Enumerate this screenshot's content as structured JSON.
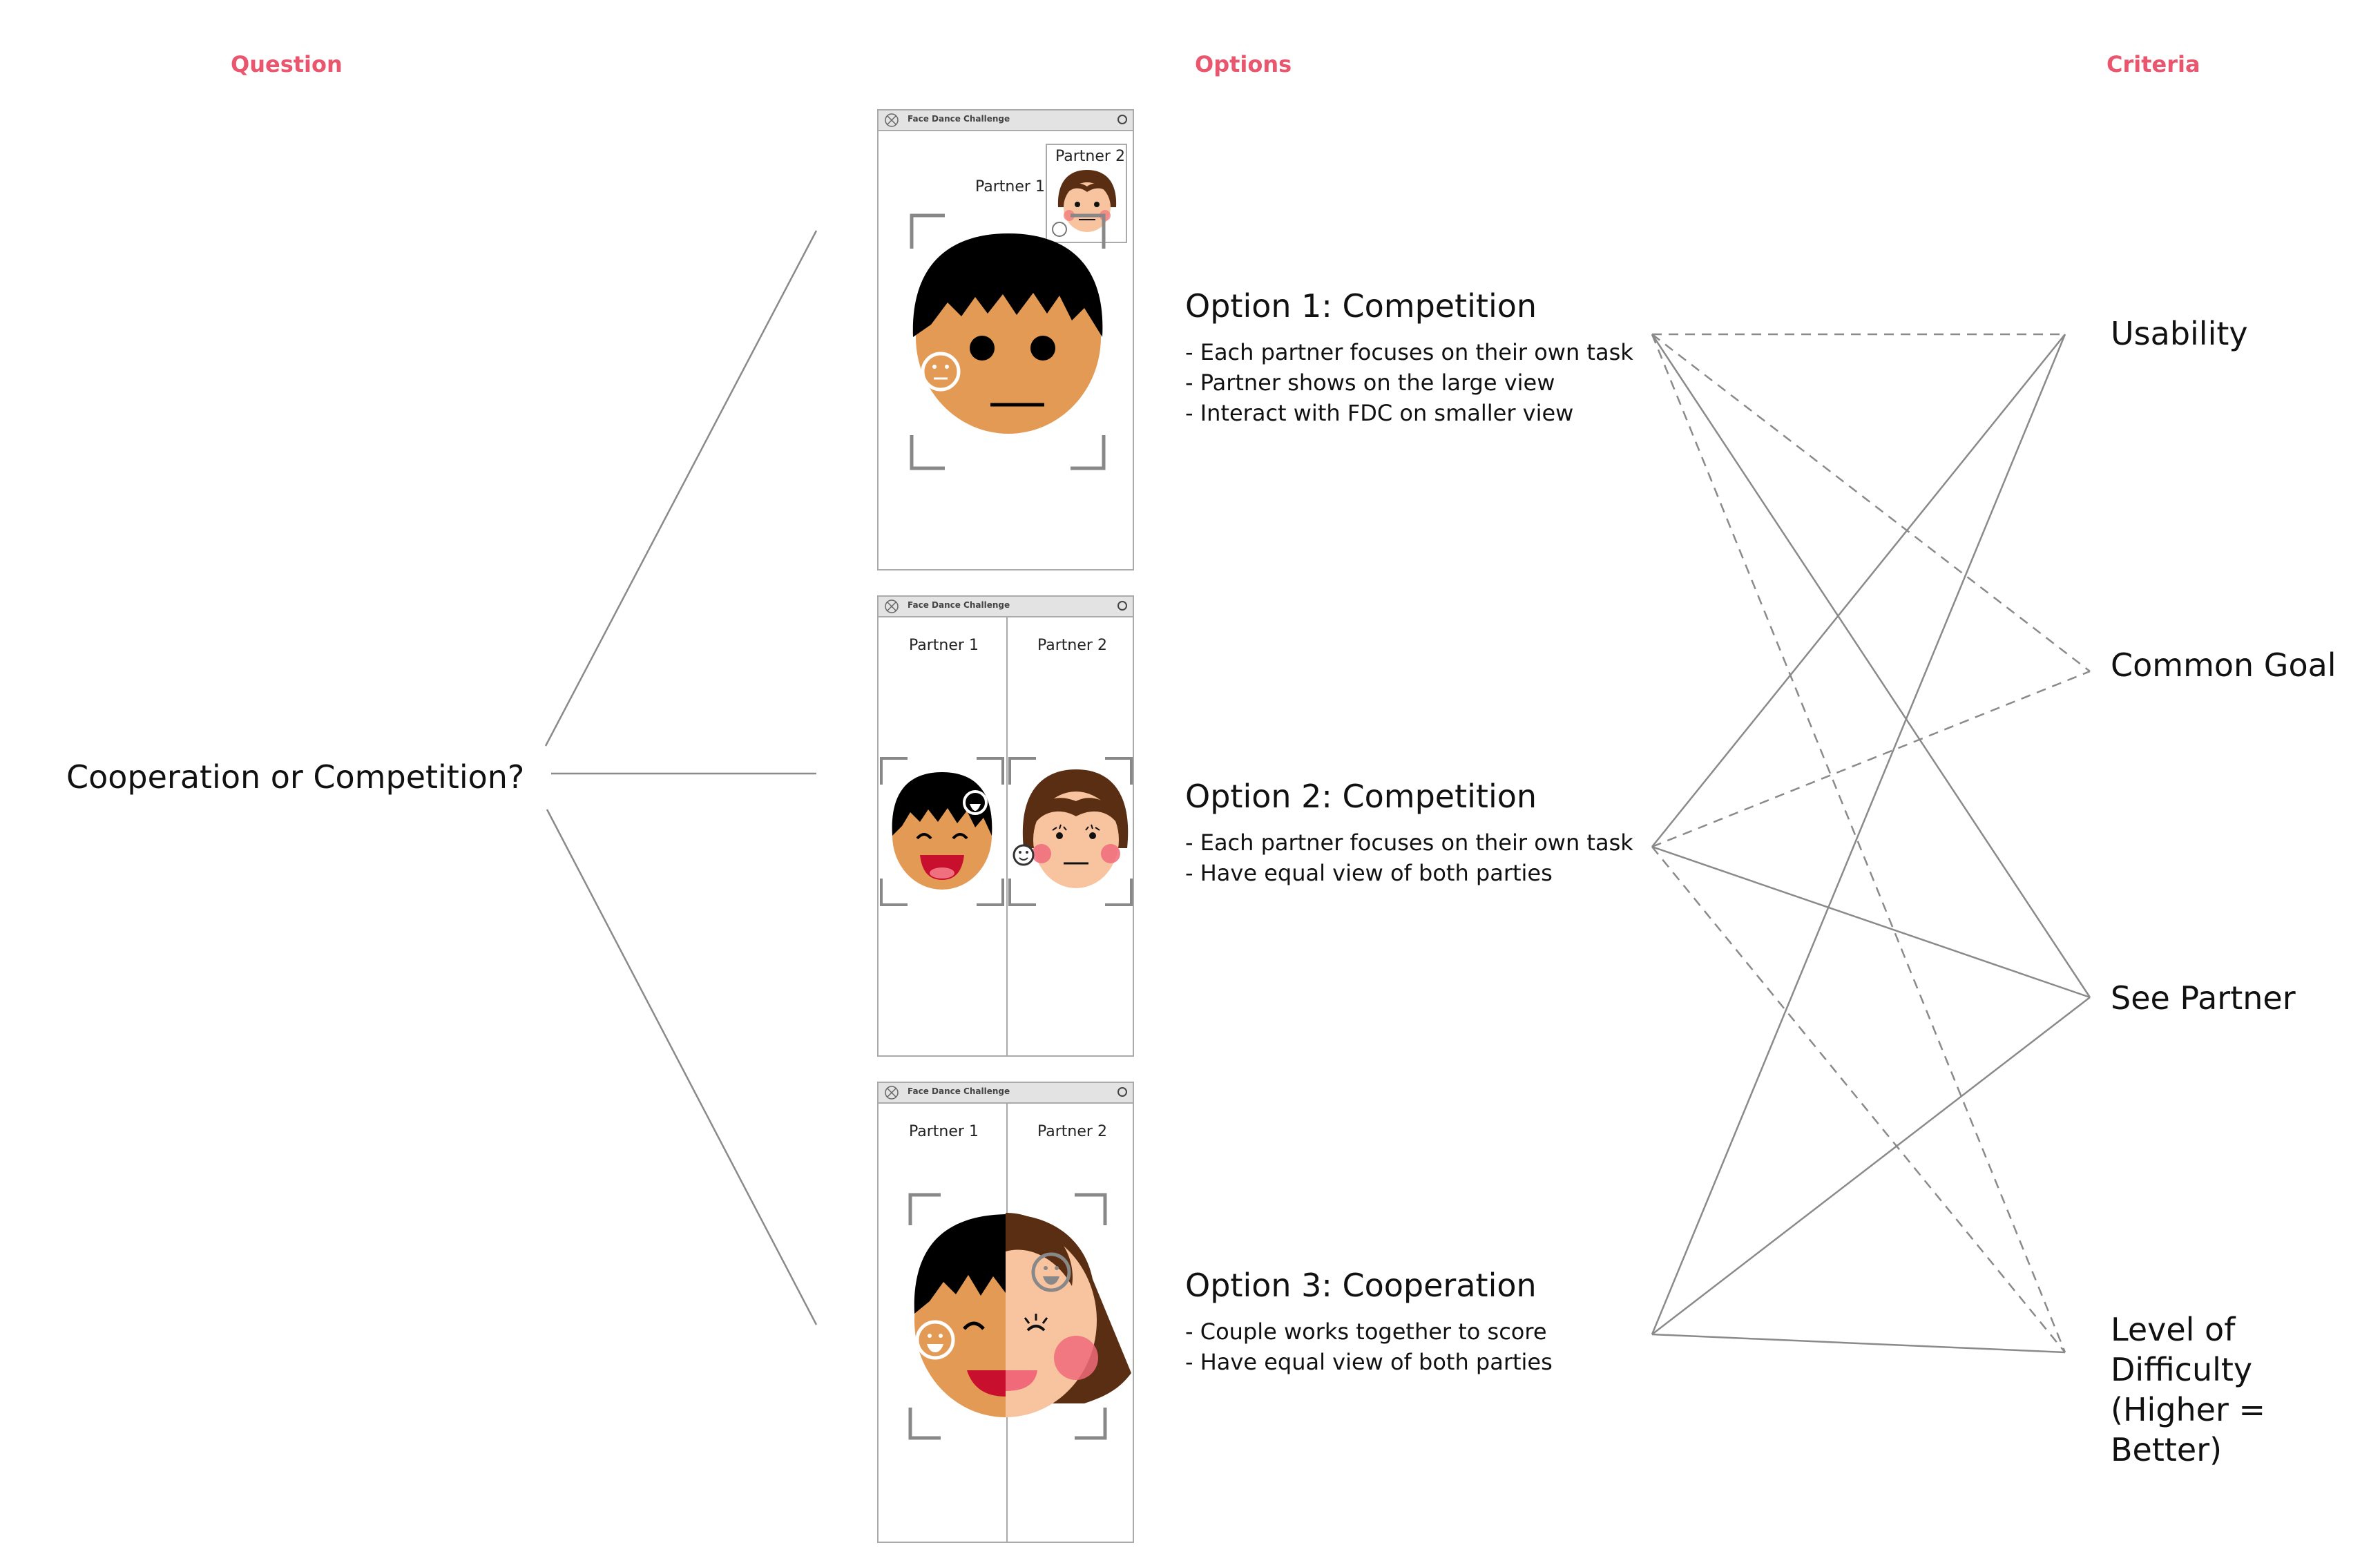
{
  "headers": {
    "question": "Question",
    "options": "Options",
    "criteria": "Criteria"
  },
  "question": "Cooperation or Competition?",
  "options": [
    {
      "title": "Option 1: Competition",
      "bullets": [
        "- Each partner focuses on their own task",
        "- Partner shows on the large view",
        "- Interact with FDC on smaller view"
      ]
    },
    {
      "title": "Option 2: Competition",
      "bullets": [
        "- Each partner focuses on their own task",
        "- Have equal view of both parties"
      ]
    },
    {
      "title": "Option 3: Cooperation",
      "bullets": [
        "- Couple works together to score",
        "- Have equal view of both parties"
      ]
    }
  ],
  "criteria": [
    "Usability",
    "Common Goal",
    "See Partner",
    "Level of Difficulty",
    "(Higher = Better)"
  ],
  "mockups": [
    {
      "app_title": "Face Dance Challenge",
      "partner1": "Partner 1",
      "partner2": "Partner 2"
    },
    {
      "app_title": "Face Dance Challenge",
      "partner1": "Partner 1",
      "partner2": "Partner 2"
    },
    {
      "app_title": "Face Dance Challenge",
      "partner1": "Partner 1",
      "partner2": "Partner 2"
    }
  ],
  "colors": {
    "accent": "#e9566e",
    "line": "#8a8a8a",
    "skin_boy": "#e39a55",
    "skin_girl": "#f8c4a0",
    "hair_boy": "#000000",
    "hair_girl": "#5a2e12",
    "mouth": "#c8102e"
  },
  "icons": [
    "close-circle-icon",
    "emoji-neutral-icon",
    "emoji-smile-icon",
    "emoji-grin-icon"
  ]
}
